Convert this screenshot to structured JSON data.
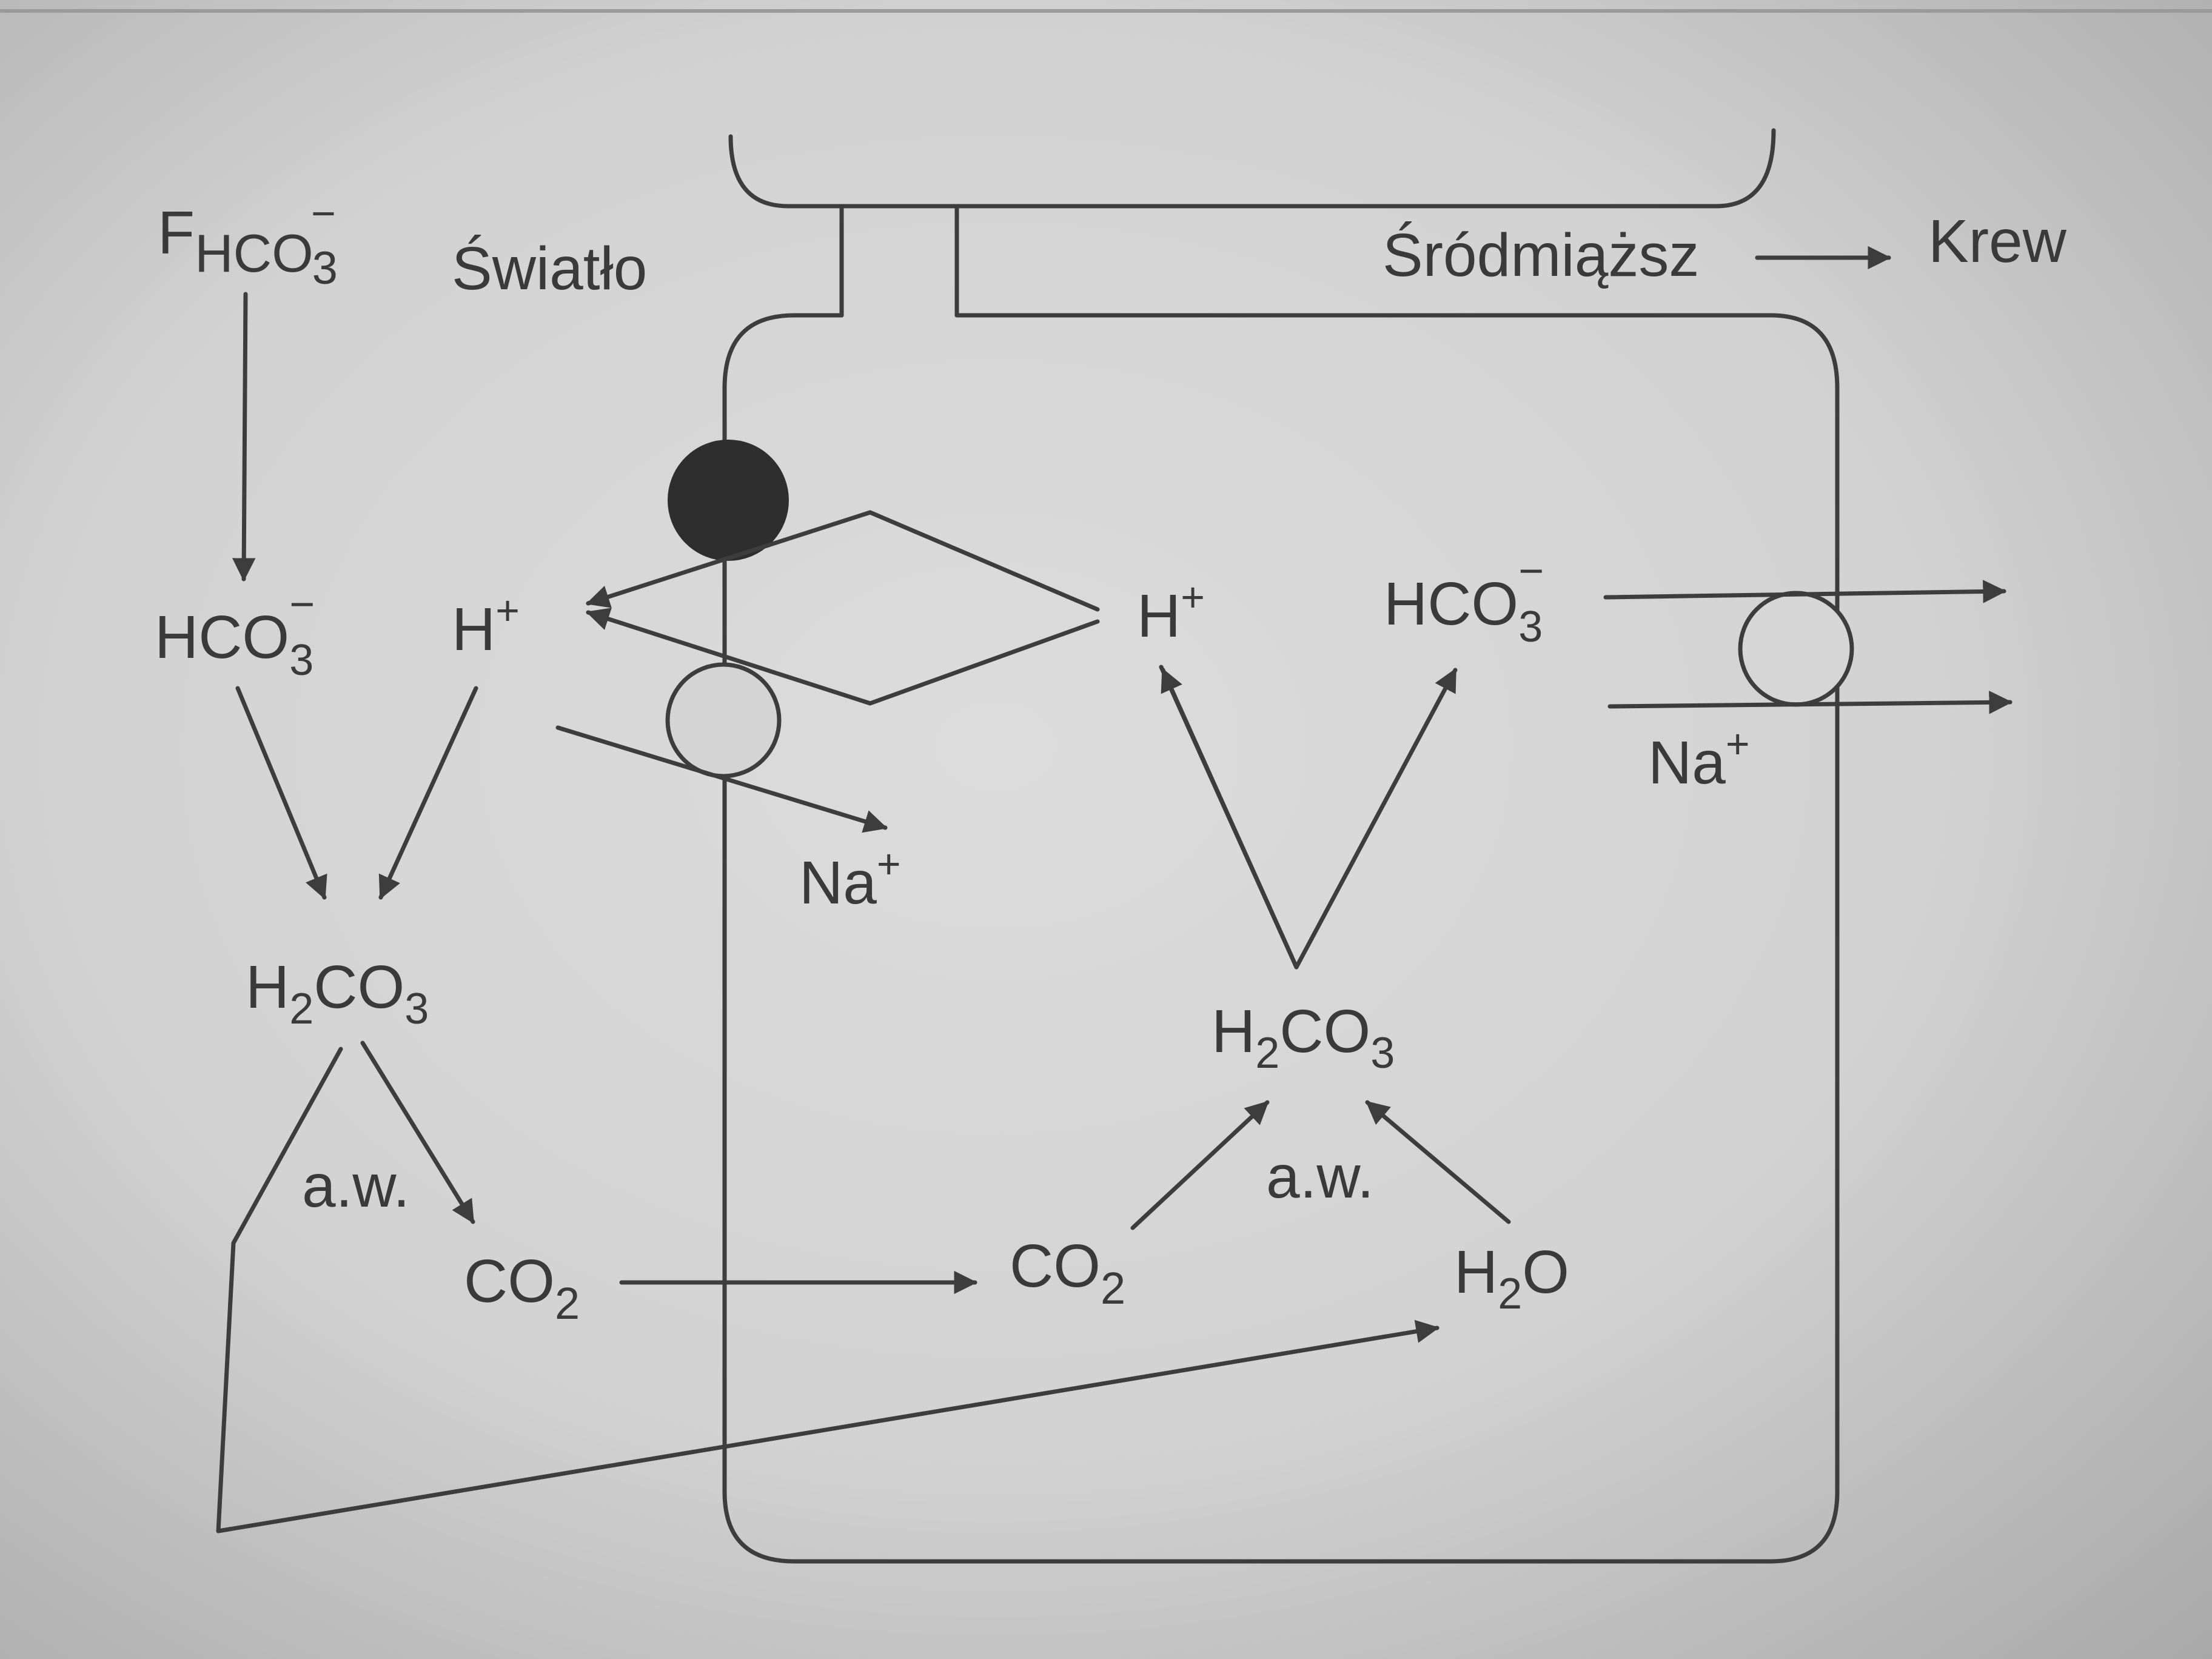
{
  "labels": {
    "fhco3": {
      "main": "F",
      "sub": "HCO",
      "sub_num": "3",
      "sup": "−"
    },
    "lumen": "Światło",
    "interstitium": "Śródmiąższ",
    "blood": "Krew",
    "hco3_lumen": {
      "main": "HCO",
      "sub": "3",
      "sup": "−"
    },
    "h_lumen": {
      "main": "H",
      "sup": "+"
    },
    "h2co3_lumen": {
      "a": "H",
      "s1": "2",
      "b": "CO",
      "s2": "3"
    },
    "aw_lumen": "a.w.",
    "co2_lumen": {
      "main": "CO",
      "sub": "2"
    },
    "na_apical": {
      "main": "Na",
      "sup": "+"
    },
    "h_cell": {
      "main": "H",
      "sup": "+"
    },
    "hco3_cell": {
      "main": "HCO",
      "sub": "3",
      "sup": "−"
    },
    "h2co3_cell": {
      "a": "H",
      "s1": "2",
      "b": "CO",
      "s2": "3"
    },
    "aw_cell": "a.w.",
    "co2_cell": {
      "main": "CO",
      "sub": "2"
    },
    "h2o_cell": {
      "a": "H",
      "s1": "2",
      "b": "O"
    },
    "na_basolateral": {
      "main": "Na",
      "sup": "+"
    }
  },
  "colors": {
    "ink": "#3a3a3a",
    "pump_fill": "#2e2e2e",
    "paper": "#d6d6d6"
  }
}
